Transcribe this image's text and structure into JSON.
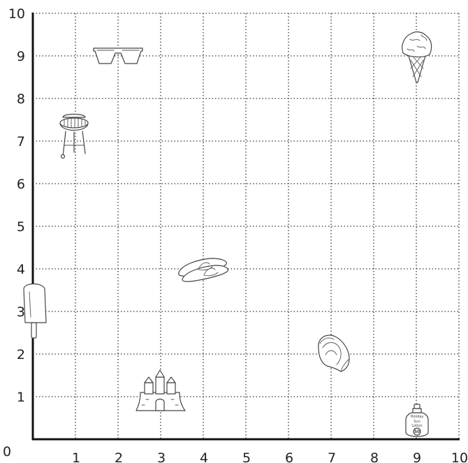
{
  "chart_data": {
    "type": "scatter",
    "x_ticks": [
      "1",
      "2",
      "3",
      "4",
      "5",
      "6",
      "7",
      "8",
      "9",
      "10"
    ],
    "y_ticks": [
      "1",
      "2",
      "3",
      "4",
      "5",
      "6",
      "7",
      "8",
      "9",
      "10"
    ],
    "origin_label": "0",
    "xlim": [
      0,
      10
    ],
    "ylim": [
      0,
      10
    ],
    "grid": true,
    "points": [
      {
        "icon": "sunglasses-icon",
        "x": 2,
        "y": 9
      },
      {
        "icon": "ice-cream-cone-icon",
        "x": 9,
        "y": 9
      },
      {
        "icon": "barbecue-grill-icon",
        "x": 1,
        "y": 7
      },
      {
        "icon": "flip-flops-icon",
        "x": 4,
        "y": 4
      },
      {
        "icon": "ice-lolly-icon",
        "x": 0,
        "y": 3
      },
      {
        "icon": "seashell-icon",
        "x": 7,
        "y": 2
      },
      {
        "icon": "sandcastle-icon",
        "x": 3,
        "y": 1
      },
      {
        "icon": "sun-lotion-bottle-icon",
        "x": 9,
        "y": 0
      }
    ]
  },
  "sun_lotion": {
    "brand": "Holiday",
    "line1": "Sun",
    "line2": "Lotion",
    "spf": "50"
  }
}
